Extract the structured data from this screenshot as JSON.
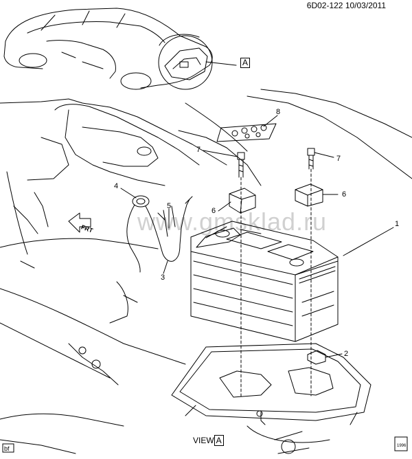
{
  "header": {
    "code": "6D02-122",
    "date": "10/03/2011"
  },
  "view_ref_box": "A",
  "view_label": {
    "text": "VIEW",
    "box": "A"
  },
  "watermark": "www.gmsklad.ru",
  "frt_label": "FRT",
  "corner_tag": "bf",
  "corner_stamp": "1996",
  "callouts": {
    "c1": "1",
    "c2": "2",
    "c3": "3",
    "c4": "4",
    "c5": "5",
    "c6a": "6",
    "c6b": "6",
    "c7a": "7",
    "c7b": "7",
    "c8": "8"
  }
}
